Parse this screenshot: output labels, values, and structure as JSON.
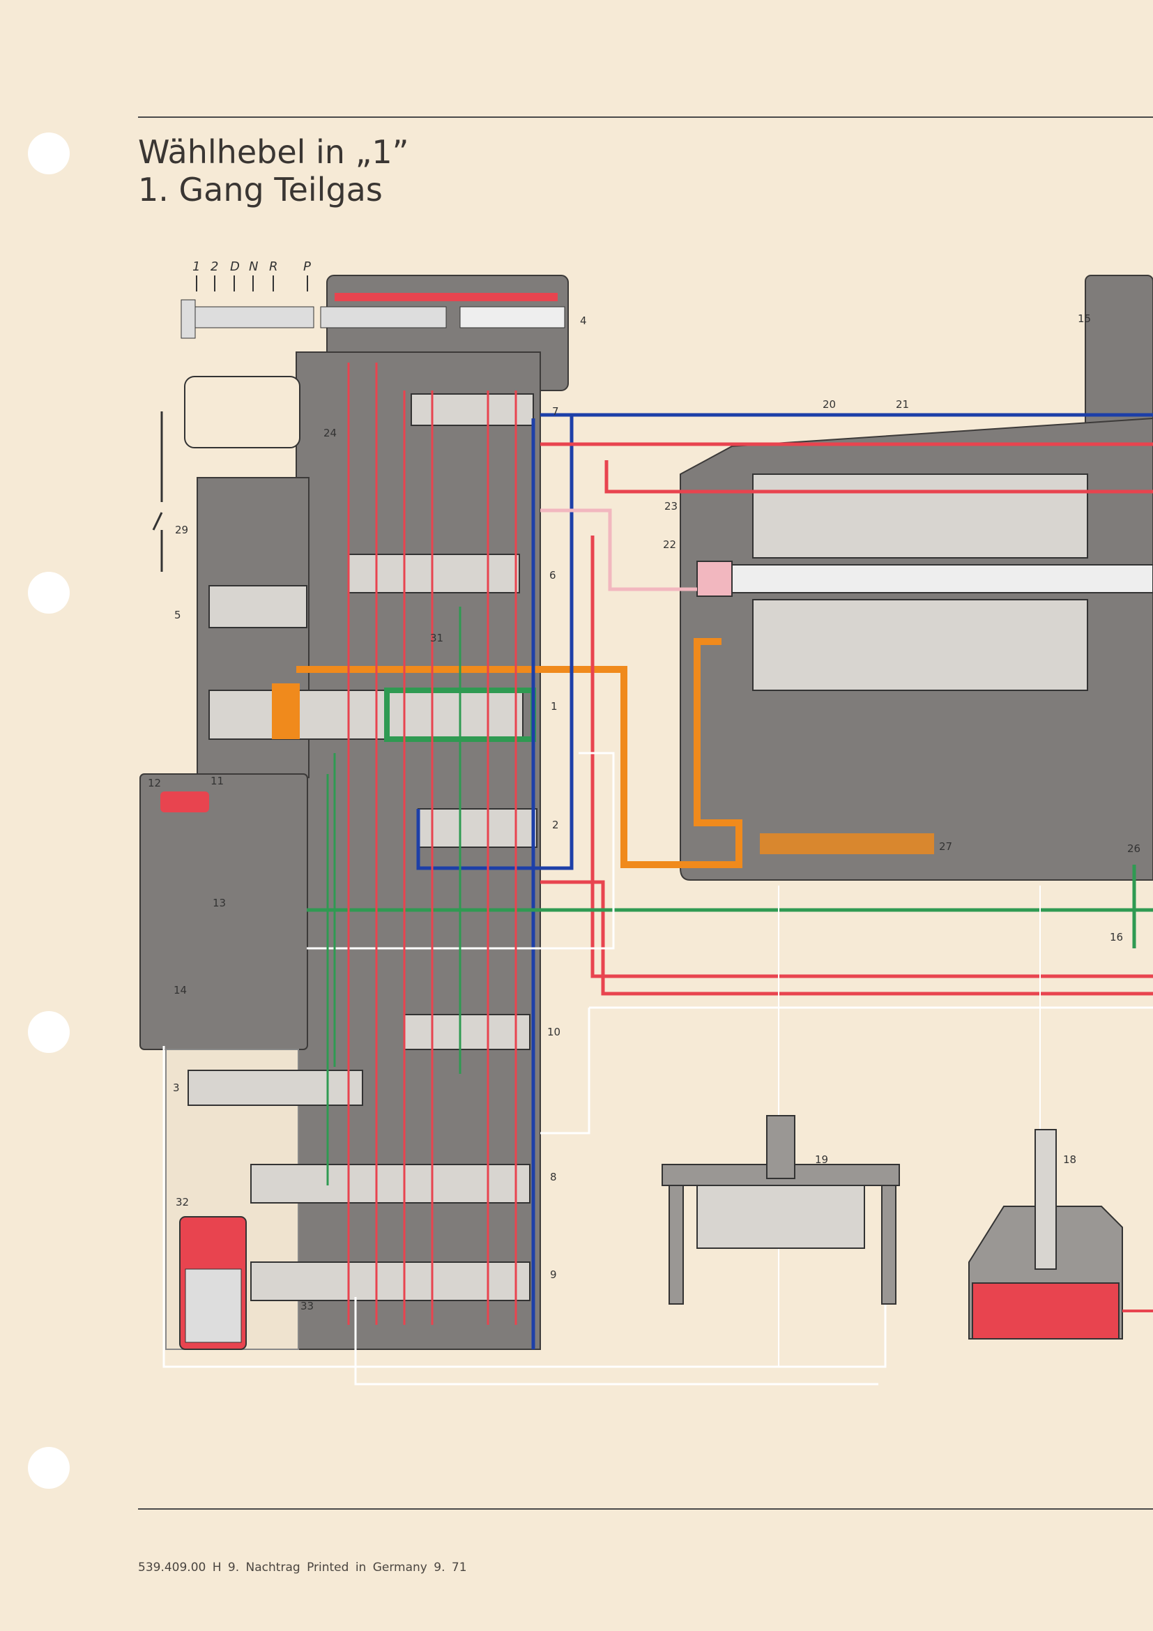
{
  "title": {
    "line1": "Wählhebel in „1”",
    "line2": "1. Gang Teilgas"
  },
  "selector_positions": [
    "1",
    "2",
    "D",
    "N",
    "R",
    "P"
  ],
  "labels": {
    "l1": "1",
    "l2": "2",
    "l3": "3",
    "l4": "4",
    "l5": "5",
    "l6": "6",
    "l7": "7",
    "l8": "8",
    "l9": "9",
    "l10": "10",
    "l11": "11",
    "l12": "12",
    "l13": "13",
    "l14": "14",
    "l15": "15",
    "l16": "16",
    "l18": "18",
    "l19": "19",
    "l20": "20",
    "l21": "21",
    "l22": "22",
    "l23": "23",
    "l24": "24",
    "l26": "26",
    "l27": "27",
    "l29": "29",
    "l31": "31",
    "l32": "32",
    "l33": "33"
  },
  "footer": "539.409.00   H 9. Nachtrag   Printed in Germany   9. 71",
  "colors": {
    "paper": "#f6ead6",
    "body": "#7f7c7a",
    "red": "#e8444f",
    "blue": "#1d3fa8",
    "green": "#2f9a52",
    "orange": "#f08a1c",
    "pink": "#f2b7bf",
    "light": "#e6e2dc"
  }
}
